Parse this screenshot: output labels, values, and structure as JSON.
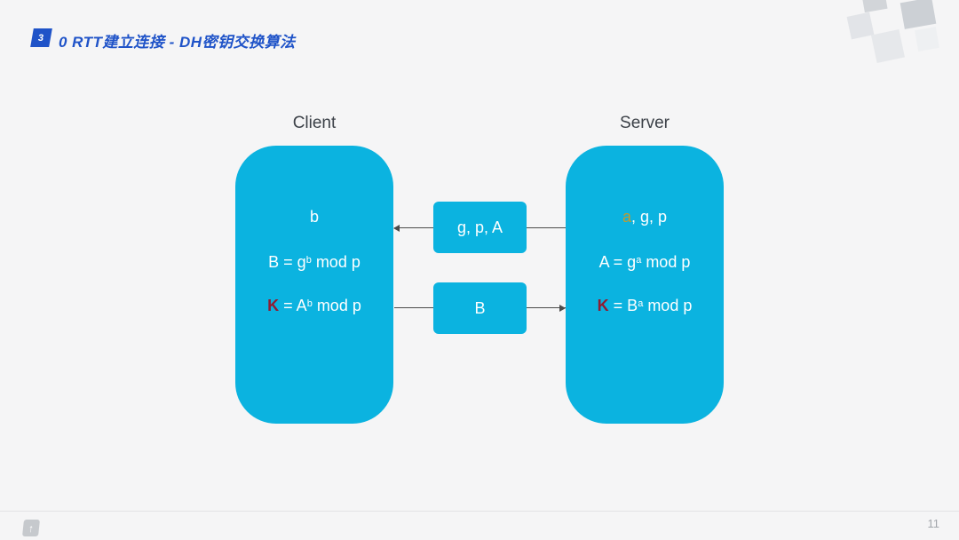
{
  "header": {
    "badge": "3",
    "title": "0 RTT建立连接 - DH密钥交换算法"
  },
  "diagram": {
    "client": {
      "label": "Client",
      "secret": "b",
      "formula_public": {
        "pre": "B = g",
        "sup": "b",
        "post": " mod p"
      },
      "formula_key": {
        "k": "K",
        "pre": " = A",
        "sup": "b",
        "post": " mod p"
      }
    },
    "server": {
      "label": "Server",
      "params": {
        "secret": "a",
        "rest": ", g, p"
      },
      "formula_public": {
        "pre": "A = g",
        "sup": "a",
        "post": " mod p"
      },
      "formula_key": {
        "k": "K",
        "pre": " = B",
        "sup": "a",
        "post": " mod p"
      }
    },
    "messages": [
      {
        "label": "g, p, A",
        "direction": "server-to-client"
      },
      {
        "label": "B",
        "direction": "client-to-server"
      }
    ]
  },
  "footer": {
    "logo_glyph": "↑",
    "page_number": "11"
  },
  "colors": {
    "background": "#f5f5f6",
    "accent_blue": "#1f53c8",
    "node_cyan": "#0bb3e0",
    "secret_gold": "#c29b2d",
    "key_red": "#8f1d33",
    "label_gray": "#3c4148",
    "arrow_gray": "#4b4b4b"
  }
}
